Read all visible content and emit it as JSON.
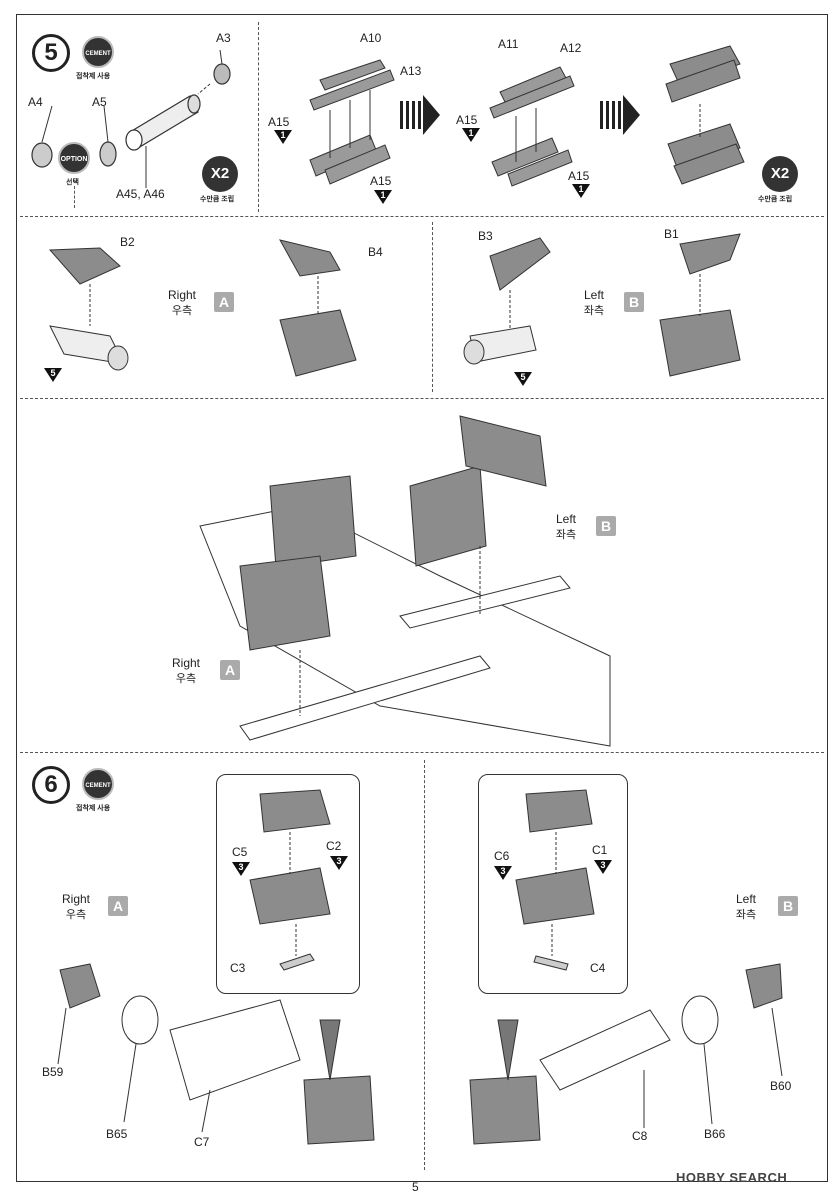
{
  "steps": {
    "s5": "5",
    "s6": "6"
  },
  "badges": {
    "cement": "CEMENT",
    "cement_kr": "접착제 사용",
    "option": "OPTION",
    "option_kr": "선택",
    "x2": "X2",
    "x2_kr": "수만큼 조립"
  },
  "parts": {
    "a3": "A3",
    "a4": "A4",
    "a5": "A5",
    "a45": "A45, A46",
    "a10": "A10",
    "a13": "A13",
    "a11": "A11",
    "a12": "A12",
    "a15": "A15",
    "b2": "B2",
    "b4": "B4",
    "b3": "B3",
    "b1": "B1",
    "c2": "C2",
    "c5": "C5",
    "c3": "C3",
    "c1": "C1",
    "c6": "C6",
    "c4": "C4",
    "b59": "B59",
    "b65": "B65",
    "c7": "C7",
    "c8": "C8",
    "b66": "B66",
    "b60": "B60"
  },
  "markers": {
    "one": "1",
    "three": "3",
    "five": "5"
  },
  "sides": {
    "right_en": "Right",
    "right_kr": "우측",
    "right_box": "A",
    "left_en": "Left",
    "left_kr": "좌측",
    "left_box": "B"
  },
  "footer": {
    "page": "5",
    "watermark": "HOBBY SEARCH"
  },
  "colors": {
    "part_gray": "#8c8c8c",
    "line": "#333333",
    "box_gray": "#aaaaaa"
  }
}
